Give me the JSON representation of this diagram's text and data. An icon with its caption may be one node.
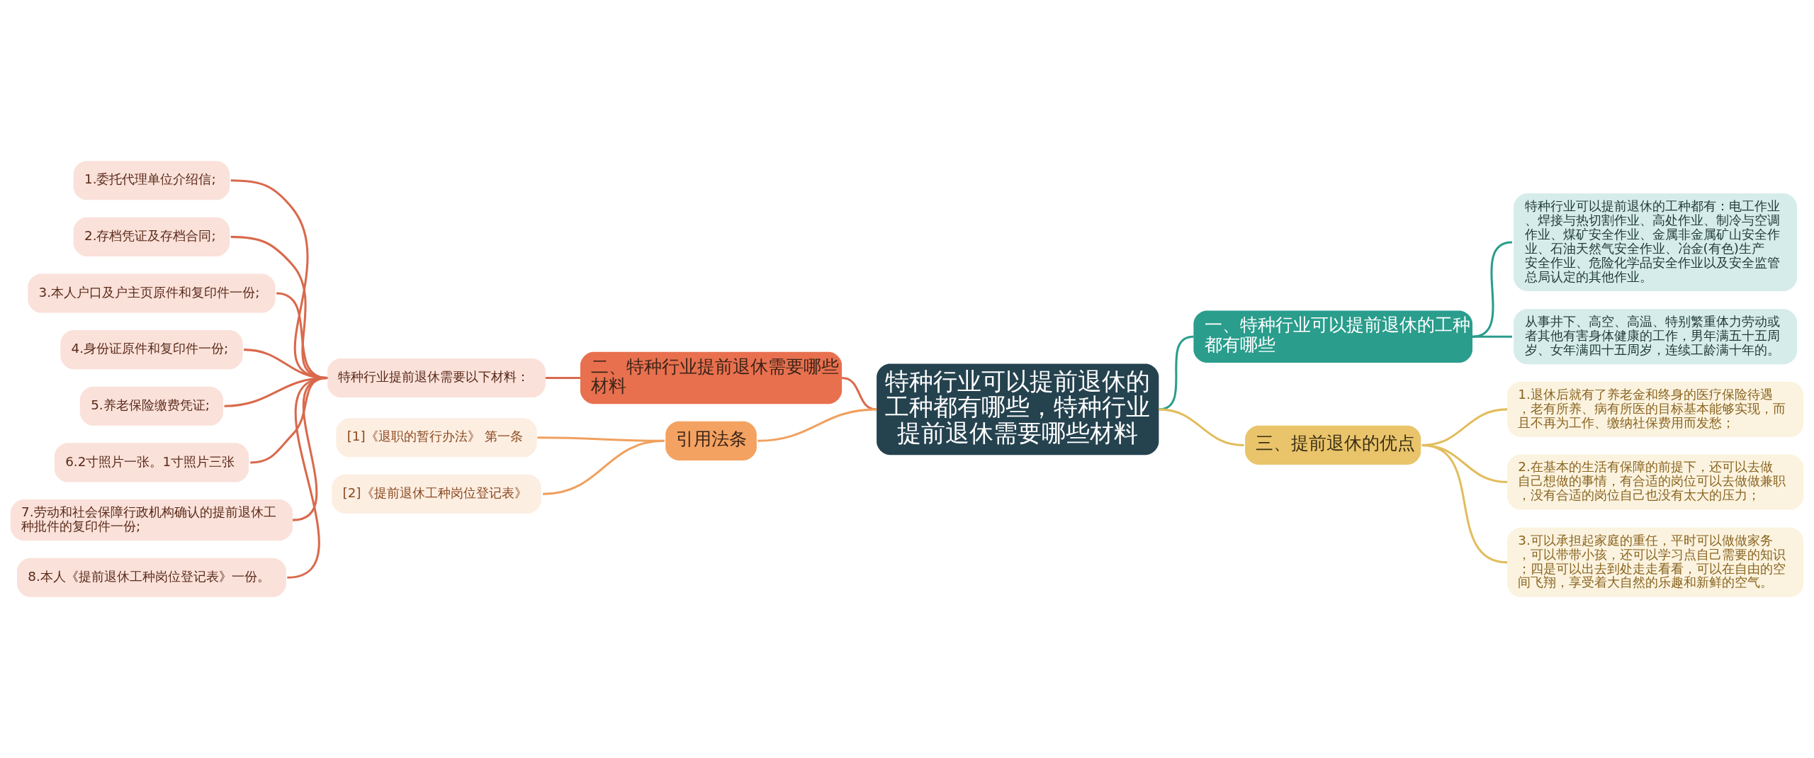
{
  "diagram": {
    "nodes": [
      {
        "text": [
          "特种行业可以提前退休的工种都有哪些，特种行业提前退休需要哪些材料"
        ]
      },
      {
        "text": [
          "一、特种行业可以提前退休的工种都有哪些"
        ]
      },
      {
        "text": [
          "特种行业可以提前退休的工种都有：电工作业、焊接与热切割作业、高处作业、制冷与空调作业、煤矿安全作业、金属非金属矿山安全作业、石油天然气安全作业、冶金(有色)生产安全作业、危险化学品安全作业以及安全监管总局认定的其他作业。"
        ]
      },
      {
        "text": [
          "从事井下、高空、高温、特别繁重体力劳动或者其他有害身体健康的工作，男年满五十五周岁、女年满四十五周岁，连续工龄满十年的。"
        ]
      },
      {
        "text": [
          "二、特种行业提前退休需要哪些材料"
        ]
      },
      {
        "text": [
          "特种行业提前退休需要以下材料："
        ]
      },
      {
        "text": [
          "1.委托代理单位介绍信;"
        ]
      },
      {
        "text": [
          "2.存档凭证及存档合同;"
        ]
      },
      {
        "text": [
          "3.本人户口及户主页原件和复印件一份;"
        ]
      },
      {
        "text": [
          "4.身份证原件和复印件一份;"
        ]
      },
      {
        "text": [
          "5.养老保险缴费凭证;"
        ]
      },
      {
        "text": [
          "6.2寸照片一张。1寸照片三张"
        ]
      },
      {
        "text": [
          "7.劳动和社会保障行政机构确认的提前退休工种批件的复印件一份;"
        ]
      },
      {
        "text": [
          "8.本人《提前退休工种岗位登记表》一份。"
        ]
      },
      {
        "text": [
          "三、提前退休的优点"
        ]
      },
      {
        "text": [
          "1.退休后就有了养老金和终身的医疗保险待遇，老有所养、病有所医的目标基本能够实现，而且不再为工作、缴纳社保费用而发愁；"
        ]
      },
      {
        "text": [
          "2.在基本的生活有保障的前提下，还可以去做自己想做的事情，有合适的岗位可以去做做兼职，没有合适的岗位自己也没有太大的压力；"
        ]
      },
      {
        "text": [
          "3.可以承担起家庭的重任，平时可以做做家务，可以带带小孩，还可以学习点自己需要的知识；四是可以出去到处走走看看，可以在自由的空间飞翔，享受着大自然的乐趣和新鲜的空气。"
        ]
      },
      {
        "text": [
          "引用法条"
        ]
      },
      {
        "text": [
          "[1]《退职的暂行办法》 第一条"
        ]
      },
      {
        "text": [
          "[2]《提前退休工种岗位登记表》"
        ]
      }
    ],
    "edges": [
      {
        "from": 0,
        "to": 1,
        "arrow": "none",
        "color": "#2a9d8c"
      },
      {
        "from": 1,
        "to": 2,
        "arrow": "none",
        "color": "#2a9d8c"
      },
      {
        "from": 1,
        "to": 3,
        "arrow": "none",
        "color": "#2a9d8c"
      },
      {
        "from": 0,
        "to": 4,
        "arrow": "none"
      },
      {
        "from": 4,
        "to": 5,
        "arrow": "none"
      },
      {
        "from": 5,
        "to": 6,
        "arrow": "none"
      },
      {
        "from": 5,
        "to": 7,
        "arrow": "none"
      },
      {
        "from": 5,
        "to": 8,
        "arrow": "none"
      },
      {
        "from": 5,
        "to": 9,
        "arrow": "none"
      },
      {
        "from": 5,
        "to": 10,
        "arrow": "none"
      },
      {
        "from": 5,
        "to": 11,
        "arrow": "none"
      },
      {
        "from": 5,
        "to": 12,
        "arrow": "none"
      },
      {
        "from": 5,
        "to": 13,
        "arrow": "none"
      },
      {
        "from": 0,
        "to": 14,
        "arrow": "none",
        "color": "#e2bd5e"
      },
      {
        "from": 14,
        "to": 15,
        "arrow": "none",
        "color": "#e2bd5e"
      },
      {
        "from": 14,
        "to": 16,
        "arrow": "none",
        "color": "#e2bd5e"
      },
      {
        "from": 14,
        "to": 17,
        "arrow": "none",
        "color": "#e2bd5e"
      },
      {
        "from": 0,
        "to": 18,
        "arrow": "none",
        "color": "#f0a05e"
      },
      {
        "from": 18,
        "to": 19,
        "arrow": "none",
        "color": "#f0a05e"
      },
      {
        "from": 18,
        "to": 20,
        "arrow": "none",
        "color": "#f0a05e"
      }
    ]
  }
}
